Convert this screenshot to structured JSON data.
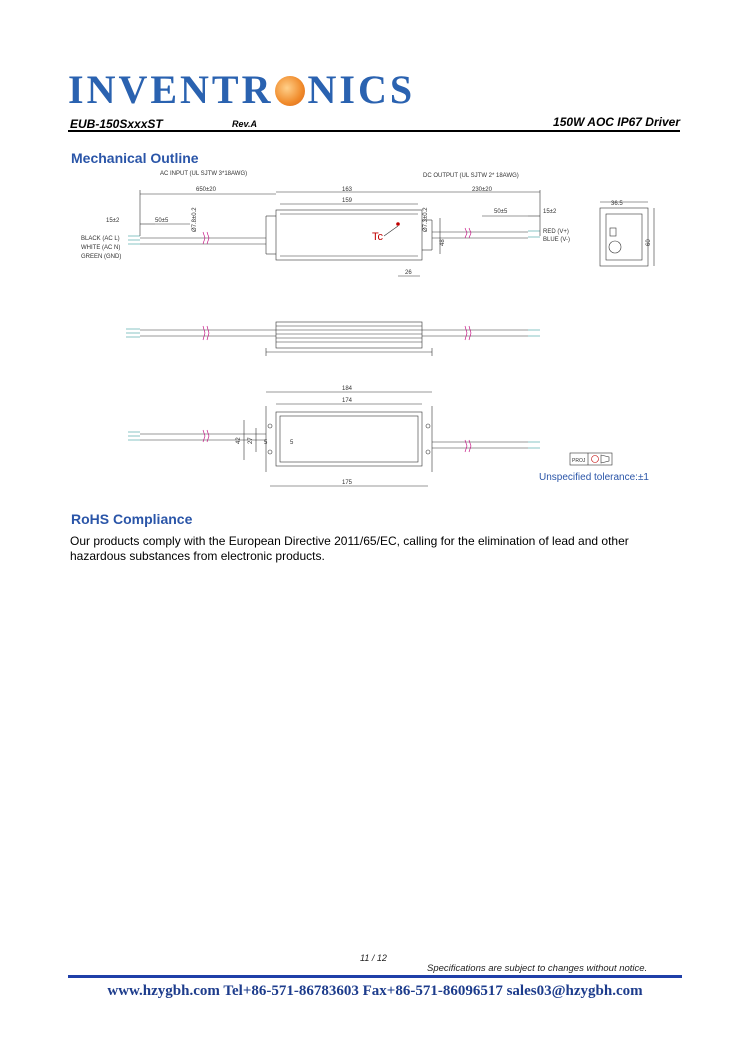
{
  "header": {
    "logo_text_pre": "INVENTR",
    "logo_text_post": "NICS",
    "model": "EUB-150SxxxST",
    "revision": "Rev.A",
    "product_title": "150W AOC IP67 Driver"
  },
  "mechanical": {
    "title": "Mechanical Outline",
    "ac_input_label": "AC INPUT (UL SJTW 3*18AWG)",
    "dc_output_label": "DC OUTPUT (UL SJTW 2* 18AWG)",
    "dims": {
      "ac_len": "650±20",
      "dc_len": "230±20",
      "body_163": "163",
      "body_159": "159",
      "strip_15_left": "15±2",
      "strip_50_left": "50±5",
      "strip_50_right": "50±5",
      "strip_15_right": "15±2",
      "cable_dia_left": "Ø7.8±0.2",
      "cable_dia_right": "Ø7.3±0.2",
      "dim_26": "26",
      "dim_48": "48",
      "end_365": "36.5",
      "end_60": "60",
      "top_184": "184",
      "top_174": "174",
      "top_175": "175",
      "dim_42": "42",
      "dim_27": "27",
      "dim_5a": "5",
      "dim_5b": "5"
    },
    "wire_left": [
      "BLACK (AC L)",
      "WHITE (AC N)",
      "GREEN (GND)"
    ],
    "wire_right": [
      "RED (V+)",
      "BLUE (V-)"
    ],
    "tc_label": "Tc",
    "proj_label": "PROJ",
    "tolerance": "Unspecified tolerance:±1"
  },
  "rohs": {
    "title": "RoHS Compliance",
    "text": "Our products comply with the European Directive 2011/65/EC, calling for the elimination of lead and other hazardous substances from electronic products."
  },
  "footer": {
    "page": "11 / 12",
    "note": "Specifications are subject to changes without notice.",
    "contact": "www.hzygbh.com   Tel+86-571-86783603   Fax+86-571-86096517   sales03@hzygbh.com"
  },
  "colors": {
    "brand_blue": "#2a62b0",
    "footer_rule": "#1f3fa8",
    "dim_pink": "#c0007a"
  }
}
